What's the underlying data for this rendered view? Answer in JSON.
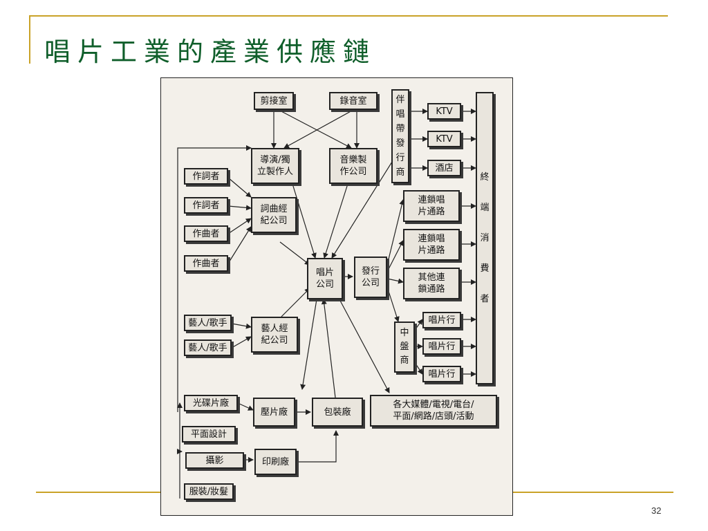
{
  "slide": {
    "title": "唱片工業的產業供應鏈",
    "page_number": "32",
    "accent_color": "#c9a227",
    "title_color": "#0f5e2a"
  },
  "diagram": {
    "nodes": {
      "cut_room": "剪接室",
      "record_room": "錄音室",
      "director": "導演/獨\n立製作人",
      "music_prod": "音樂製\n作公司",
      "karaoke_dist": "伴唱帶發行商",
      "ktv1": "KTV",
      "ktv2": "KTV",
      "hotel": "酒店",
      "consumer": "終端消費者",
      "lyricist1": "作詞者",
      "lyricist2": "作詞者",
      "composer1": "作曲者",
      "composer2": "作曲者",
      "publishing": "詞曲經\n紀公司",
      "chain1": "連鎖唱\n片通路",
      "chain2": "連鎖唱\n片通路",
      "other_chain": "其他連\n鎖通路",
      "record_company": "唱片\n公司",
      "distribution": "發行\n公司",
      "artist1": "藝人/歌手",
      "artist2": "藝人/歌手",
      "artist_mgmt": "藝人經\n紀公司",
      "wholesaler": "中盤商",
      "shop1": "唱片行",
      "shop2": "唱片行",
      "shop3": "唱片行",
      "cd_factory": "光碟片廠",
      "pressing": "壓片廠",
      "packaging": "包裝廠",
      "media": "各大媒體/電視/電台/\n平面/網路/店頭/活動",
      "graphic": "平面設計",
      "photo": "攝影",
      "printing": "印刷廠",
      "styling": "服裝/妝髮"
    }
  }
}
